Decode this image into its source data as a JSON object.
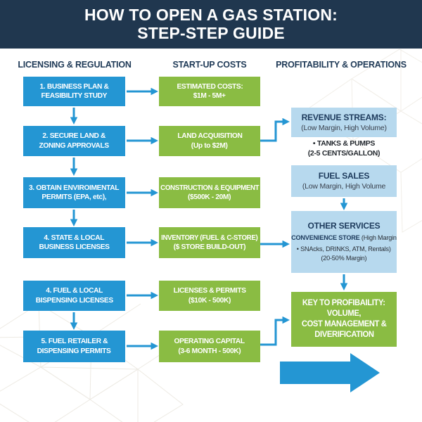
{
  "colors": {
    "navy": "#20374f",
    "blue": "#2496d3",
    "green": "#8abc43",
    "light_blue": "#b7d9ee"
  },
  "header": {
    "title_line1": "HOW TO OPEN A GAS STATION:",
    "title_line2": "STEP-STEP GUIDE"
  },
  "column_headers": [
    "LICENSING & REGULATION",
    "START-UP COSTS",
    "PROFITABILITY & OPERATIONS"
  ],
  "licensing": [
    {
      "line1": "1. BUSINESS PLAN &",
      "line2": "FEASIBILITY STUDY"
    },
    {
      "line1": "2. SECURE LAND &",
      "line2": "ZONING APPROVALS"
    },
    {
      "line1": "3. OBTAIN ENVIROIMENTAL",
      "line2": "PERMITS (EPA, etc),"
    },
    {
      "line1": "4. STATE & LOCAL",
      "line2": "BUSINESS LICENSES"
    },
    {
      "line1": "4. FUEL & LOCAL",
      "line2": "BISPENSING LICENSES"
    },
    {
      "line1": "5. FUEL RETAILER &",
      "line2": "DISPENSING PERMITS"
    }
  ],
  "costs": [
    {
      "line1": "ESTIMATED COSTS:",
      "line2": "$1M - 5M+"
    },
    {
      "line1": "LAND ACQUISITION",
      "line2": "(Up to $2M)"
    },
    {
      "line1": "CONSTRUCTION & EQUIPMENT",
      "line2": "($500K - 20M)"
    },
    {
      "line1": "INVENTORY (FUEL & C-STORE)",
      "line2": "($ STORE BUILD-OUT)"
    },
    {
      "line1": "LICENSES & PERMITS",
      "line2": "($10K - 500K)"
    },
    {
      "line1": "OPERATING CAPITAL",
      "line2": "(3-6 MONTH - 500K)"
    }
  ],
  "profitability": {
    "revenue_streams": {
      "title": "REVENUE STREAMS:",
      "subtitle": "(Low Margin, High Volume)"
    },
    "revenue_notes": {
      "line1": "• TANKS & PUMPS",
      "line2": "(2-5 CENTS/GALLON)"
    },
    "fuel_sales": {
      "title": "FUEL SALES",
      "subtitle": "(Low Margin, High Volume"
    },
    "other_services": {
      "title": "OTHER SERVICES",
      "store_bold": "CONVENIENCE STORE",
      "store_rest": " (High Margin",
      "bullet": "• SNAcks, DRINKS, ATM, Rentals)",
      "margin": "(20-50% Margin)"
    },
    "key": {
      "line1": "KEY TO PROFIBAILITY:",
      "line2": "VOLUME,",
      "line3": "COST MANAGEMENT &",
      "line4": "DIVERIFICATION"
    }
  }
}
